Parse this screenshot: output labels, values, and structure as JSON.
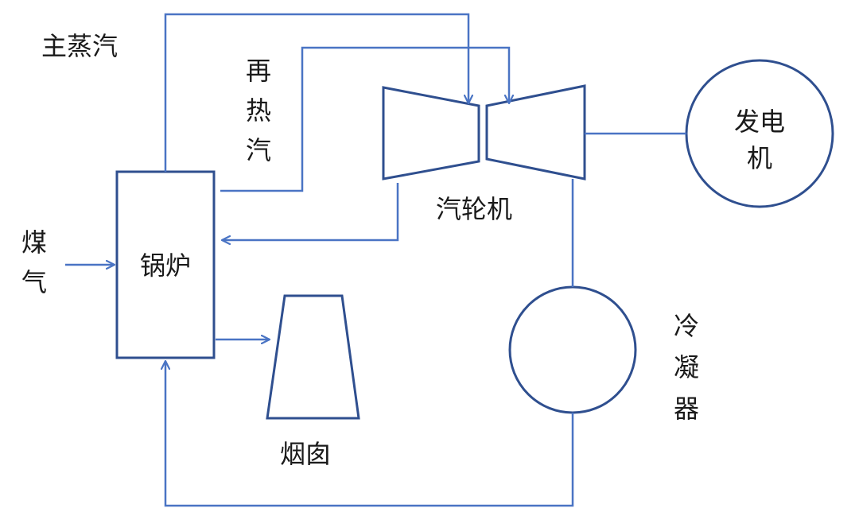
{
  "colors": {
    "stroke_dark": "#2f4f8f",
    "flow_line": "#4a74c4"
  },
  "labels": {
    "main_steam": "主蒸汽",
    "reheat_steam": "再热汽",
    "coal_gas": "煤气",
    "boiler": "锅炉",
    "turbine": "汽轮机",
    "generator": "发电机",
    "chimney": "烟囱",
    "condenser": "冷凝器"
  }
}
